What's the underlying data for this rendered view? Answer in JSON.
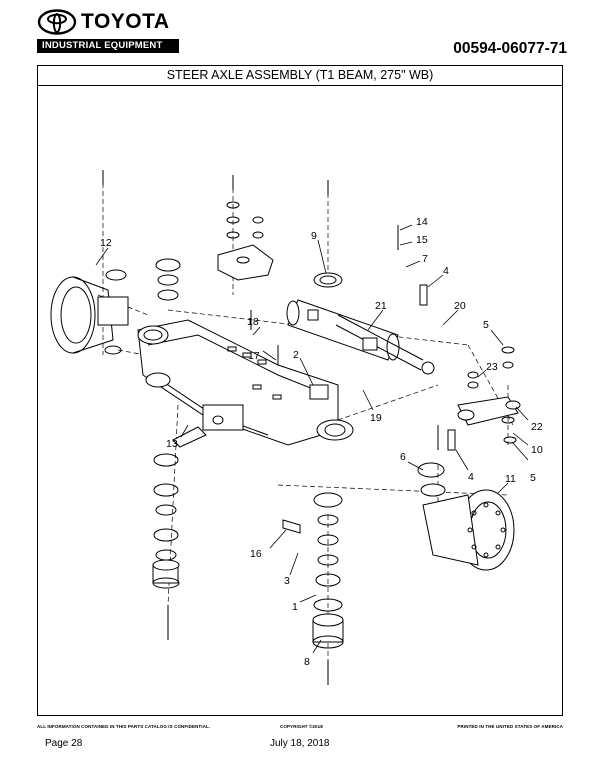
{
  "header": {
    "brand": "TOYOTA",
    "division": "INDUSTRIAL EQUIPMENT",
    "catalog_number": "00594-06077-71"
  },
  "diagram": {
    "title": "STEER AXLE ASSEMBLY (T1 BEAM, 275\" WB)",
    "callouts": [
      "12",
      "13",
      "9",
      "14",
      "15",
      "7",
      "4",
      "18",
      "21",
      "20",
      "17",
      "2",
      "5",
      "23",
      "19",
      "22",
      "10",
      "6",
      "4",
      "5",
      "11",
      "16",
      "3",
      "1",
      "8"
    ]
  },
  "footer": {
    "confidential": "ALL INFORMATION CONTAINED IN THIS PARTS CATALOG IS CONFIDENTIAL.",
    "copyright": "COPYRIGHT ©2018",
    "printed": "PRINTED IN THE UNITED STATES OF AMERICA",
    "page": "Page 28",
    "date": "July 18, 2018"
  }
}
